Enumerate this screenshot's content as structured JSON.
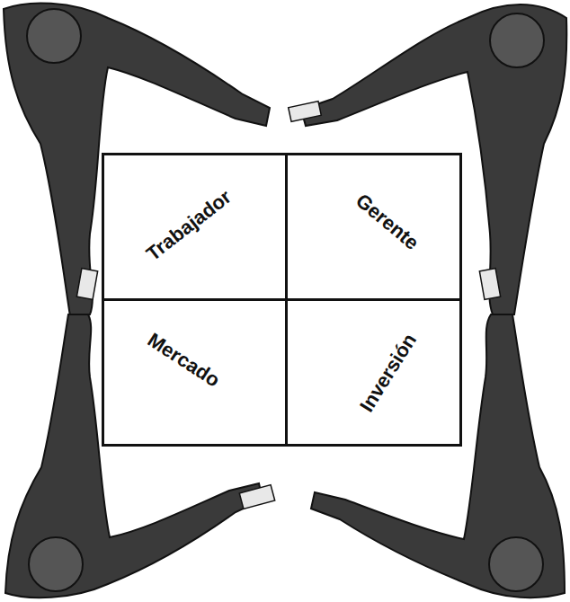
{
  "diagram": {
    "nodes": [
      {
        "text": [
          "Trabajador"
        ]
      },
      {
        "text": [
          "Gerente"
        ]
      },
      {
        "text": [
          "Mercado"
        ]
      },
      {
        "text": [
          "Inversión"
        ]
      }
    ]
  }
}
